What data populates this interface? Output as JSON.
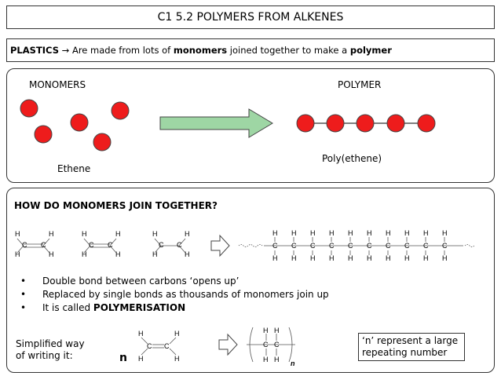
{
  "title": "C1 5.2 POLYMERS FROM ALKENES",
  "intro": {
    "lead": "PLASTICS",
    "arrow": "→",
    "text1": " Are made from lots of ",
    "monomers": "monomers",
    "text2": " joined together to make a ",
    "polymer": "polymer"
  },
  "panel1": {
    "monomers_label": "MONOMERS",
    "polymer_label": "POLYMER",
    "ethene_label": "Ethene",
    "polyethene_label": "Poly(ethene)"
  },
  "panel2": {
    "question": "HOW DO MONOMERS JOIN TOGETHER?",
    "bullets": [
      "Double bond between carbons ‘opens up’",
      "Replaced by single bonds as thousands of monomers join up"
    ],
    "bullet3_text": "It is called ",
    "bullet3_bold": "POLYMERISATION",
    "simplified_line1": "Simplified way",
    "simplified_line2": "of writing it:",
    "n_label": "n",
    "n_subscript": "n",
    "note_line1": "‘n’ represent a large",
    "note_line2": "repeating number",
    "atom_c": "C",
    "atom_h": "H"
  },
  "colors": {
    "monomer": "#ee1c1c",
    "arrow_fill": "#9ed6a4"
  }
}
